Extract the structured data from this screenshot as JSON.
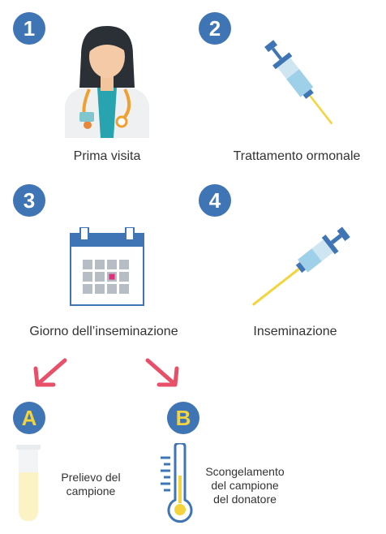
{
  "steps": [
    {
      "badge": "1",
      "label": "Prima visita",
      "icon": "doctor-icon"
    },
    {
      "badge": "2",
      "label": "Trattamento ormonale",
      "icon": "syringe-icon"
    },
    {
      "badge": "3",
      "label": "Giorno dell’inseminazione",
      "icon": "calendar-icon"
    },
    {
      "badge": "4",
      "label": "Inseminazione",
      "icon": "insemination-syringe-icon"
    }
  ],
  "options": [
    {
      "badge": "A",
      "label_line1": "Prelievo del",
      "label_line2": "campione",
      "icon": "test-tube-icon"
    },
    {
      "badge": "B",
      "label_line1": "Scongelamento",
      "label_line2": "del campione",
      "label_line3": "del donatore",
      "icon": "thermometer-icon"
    }
  ],
  "colors": {
    "badge_blue": "#3f74b5",
    "letter_yellow": "#f4d43c",
    "arrow_red": "#e8506a",
    "accent_pink": "#e0307a"
  }
}
